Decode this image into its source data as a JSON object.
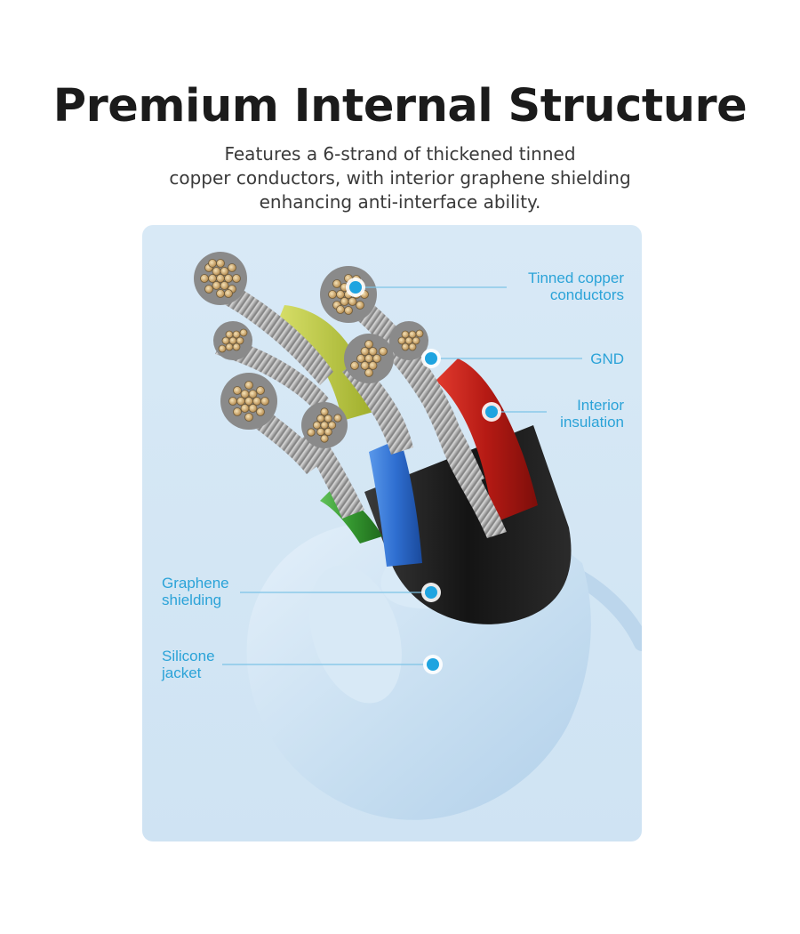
{
  "header": {
    "title": "Premium Internal Structure",
    "subtitle_lines": [
      "Features a 6-strand of thickened tinned",
      "copper conductors, with interior graphene shielding",
      "enhancing anti-interface ability."
    ]
  },
  "callouts": {
    "tinned_copper": [
      "Tinned copper",
      "conductors"
    ],
    "gnd": [
      "GND"
    ],
    "interior_insulation": [
      "Interior",
      "insulation"
    ],
    "graphene_shielding": [
      "Graphene",
      "shielding"
    ],
    "silicone_jacket": [
      "Silicone",
      "jacket"
    ]
  },
  "colors": {
    "accent": "#2ba3d8",
    "panel_bg": "#d6e8f5",
    "title": "#1b1b1b",
    "insulation_red": "#c7231c",
    "insulation_blue": "#2f6fd1",
    "insulation_green": "#3aa03a",
    "shield_black": "#1c1c1c",
    "jacket": "#c6def1"
  }
}
